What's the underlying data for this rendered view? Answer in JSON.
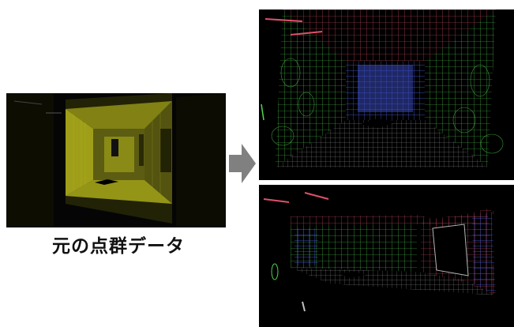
{
  "caption": "元の点群データ",
  "colors": {
    "point_cloud": "#c8c81e",
    "wire_red": "#e0506a",
    "wire_green": "#4fd64f",
    "wire_blue": "#4a5fe0",
    "arrow": "#808080",
    "background": "#000000"
  },
  "panels": [
    "original-point-cloud",
    "reconstructed-view-top",
    "reconstructed-view-bottom"
  ],
  "icons": [
    "right-arrow-icon"
  ]
}
